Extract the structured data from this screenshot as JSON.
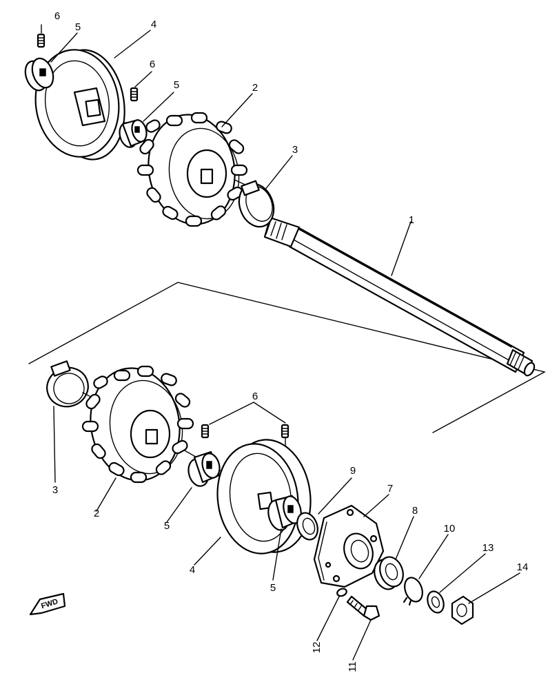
{
  "fwd_label": "FWD",
  "callouts": [
    {
      "id": "c-6-top-a",
      "label": "6"
    },
    {
      "id": "c-5-top-a",
      "label": "5"
    },
    {
      "id": "c-4-top",
      "label": "4"
    },
    {
      "id": "c-6-top-b",
      "label": "6"
    },
    {
      "id": "c-5-top-b",
      "label": "5"
    },
    {
      "id": "c-2-top",
      "label": "2"
    },
    {
      "id": "c-3-top",
      "label": "3"
    },
    {
      "id": "c-1",
      "label": "1"
    },
    {
      "id": "c-6-bottom",
      "label": "6"
    },
    {
      "id": "c-3-bottom",
      "label": "3"
    },
    {
      "id": "c-2-bottom",
      "label": "2"
    },
    {
      "id": "c-5-bottom-a",
      "label": "5"
    },
    {
      "id": "c-4-bottom",
      "label": "4"
    },
    {
      "id": "c-5-bottom-b",
      "label": "5"
    },
    {
      "id": "c-9",
      "label": "9"
    },
    {
      "id": "c-7",
      "label": "7"
    },
    {
      "id": "c-8",
      "label": "8"
    },
    {
      "id": "c-10",
      "label": "10"
    },
    {
      "id": "c-13",
      "label": "13"
    },
    {
      "id": "c-14",
      "label": "14"
    },
    {
      "id": "c-12",
      "label": "12"
    },
    {
      "id": "c-11",
      "label": "11"
    }
  ]
}
